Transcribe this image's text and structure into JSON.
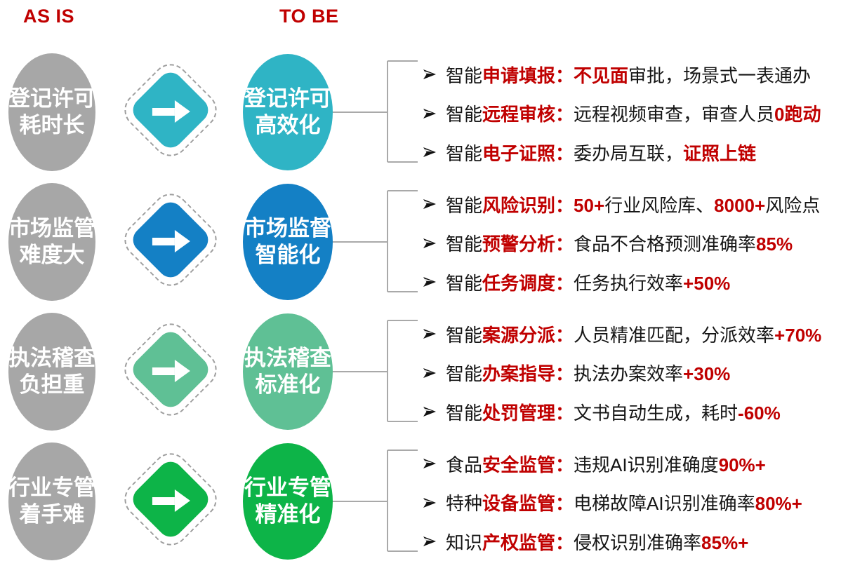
{
  "headers": {
    "as_is": "AS IS",
    "to_be": "TO BE"
  },
  "colors": {
    "heading_red": "#C00000",
    "highlight_red": "#C00000",
    "as_is_gray": "#A7A7A7",
    "connector_gray": "#A9A9A9",
    "row_accents": [
      "#2FB4C5",
      "#1480C5",
      "#5FC095",
      "#0DB448"
    ]
  },
  "rows": [
    {
      "as_is": "登记许可\n耗时长",
      "to_be": "登记许可\n高效化",
      "accent": "#2FB4C5",
      "bullets": [
        {
          "segments": [
            {
              "t": "智能"
            },
            {
              "t": "申请填报：",
              "em": true
            },
            {
              "t": "不见面",
              "em": true
            },
            {
              "t": "审批，场景式一表通办"
            }
          ]
        },
        {
          "segments": [
            {
              "t": "智能"
            },
            {
              "t": "远程审核：",
              "em": true
            },
            {
              "t": "远程视频审查，审查人员"
            },
            {
              "t": "0跑动",
              "em": true
            }
          ]
        },
        {
          "segments": [
            {
              "t": "智能"
            },
            {
              "t": "电子证照：",
              "em": true
            },
            {
              "t": "委办局互联，"
            },
            {
              "t": "证照上链",
              "em": true
            }
          ]
        }
      ]
    },
    {
      "as_is": "市场监管\n难度大",
      "to_be": "市场监督\n智能化",
      "accent": "#1480C5",
      "bullets": [
        {
          "segments": [
            {
              "t": "智能"
            },
            {
              "t": "风险识别：",
              "em": true
            },
            {
              "t": "50+",
              "em": true
            },
            {
              "t": "行业风险库、"
            },
            {
              "t": "8000+",
              "em": true
            },
            {
              "t": "风险点"
            }
          ]
        },
        {
          "segments": [
            {
              "t": "智能"
            },
            {
              "t": "预警分析：",
              "em": true
            },
            {
              "t": "食品不合格预测准确率"
            },
            {
              "t": "85%",
              "em": true
            }
          ]
        },
        {
          "segments": [
            {
              "t": "智能"
            },
            {
              "t": "任务调度：",
              "em": true
            },
            {
              "t": "任务执行效率"
            },
            {
              "t": "+50%",
              "em": true
            }
          ]
        }
      ]
    },
    {
      "as_is": "执法稽查\n负担重",
      "to_be": "执法稽查\n标准化",
      "accent": "#5FC095",
      "bullets": [
        {
          "segments": [
            {
              "t": "智能"
            },
            {
              "t": "案源分派：",
              "em": true
            },
            {
              "t": "人员精准匹配，分派效率"
            },
            {
              "t": "+70%",
              "em": true
            }
          ]
        },
        {
          "segments": [
            {
              "t": "智能"
            },
            {
              "t": "办案指导：",
              "em": true
            },
            {
              "t": "执法办案效率"
            },
            {
              "t": "+30%",
              "em": true
            }
          ]
        },
        {
          "segments": [
            {
              "t": "智能"
            },
            {
              "t": "处罚管理：",
              "em": true
            },
            {
              "t": "文书自动生成，耗时"
            },
            {
              "t": "-60%",
              "em": true
            }
          ]
        }
      ]
    },
    {
      "as_is": "行业专管\n着手难",
      "to_be": "行业专管\n精准化",
      "accent": "#0DB448",
      "bullets": [
        {
          "segments": [
            {
              "t": "食品"
            },
            {
              "t": "安全监管：",
              "em": true
            },
            {
              "t": "违规AI识别准确度"
            },
            {
              "t": "90%+",
              "em": true
            }
          ]
        },
        {
          "segments": [
            {
              "t": "特种"
            },
            {
              "t": "设备监管：",
              "em": true
            },
            {
              "t": "电梯故障AI识别准确率"
            },
            {
              "t": "80%+",
              "em": true
            }
          ]
        },
        {
          "segments": [
            {
              "t": "知识"
            },
            {
              "t": "产权监管：",
              "em": true
            },
            {
              "t": "侵权识别准确率"
            },
            {
              "t": "85%+",
              "em": true
            }
          ]
        }
      ]
    }
  ]
}
